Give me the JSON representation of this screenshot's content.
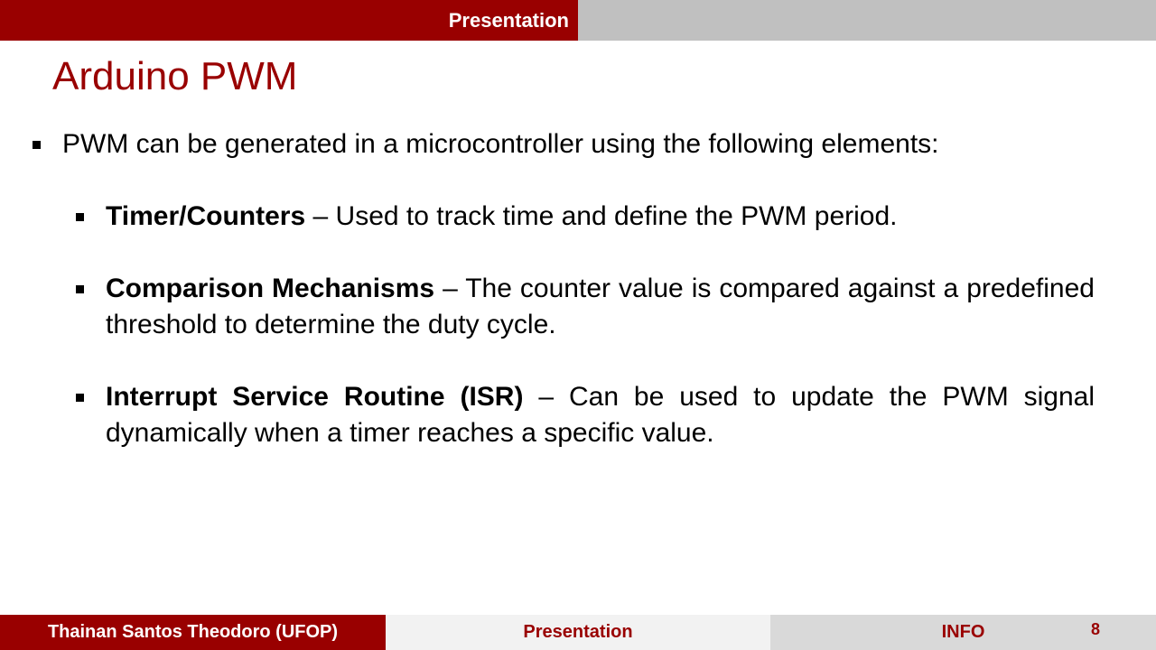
{
  "header": {
    "section": "Presentation"
  },
  "title": "Arduino PWM",
  "intro": "PWM can be generated in a microcontroller using the following elements:",
  "items": [
    {
      "term": "Timer/Counters",
      "desc": " – Used to track time and define the PWM period."
    },
    {
      "term": "Comparison Mechanisms",
      "desc": " – The counter value is compared against a predefined threshold to determine the duty cycle."
    },
    {
      "term": "Interrupt Service Routine (ISR)",
      "desc": " – Can be used to update the PWM signal dynamically when a timer reaches a specific value."
    }
  ],
  "footer": {
    "author": "Thainan Santos Theodoro (UFOP)",
    "section": "Presentation",
    "info": "INFO",
    "page": "8"
  },
  "colors": {
    "accent": "#990000",
    "header_right": "#c0c0c0",
    "footer_mid": "#f2f2f2",
    "footer_right": "#d9d9d9"
  }
}
